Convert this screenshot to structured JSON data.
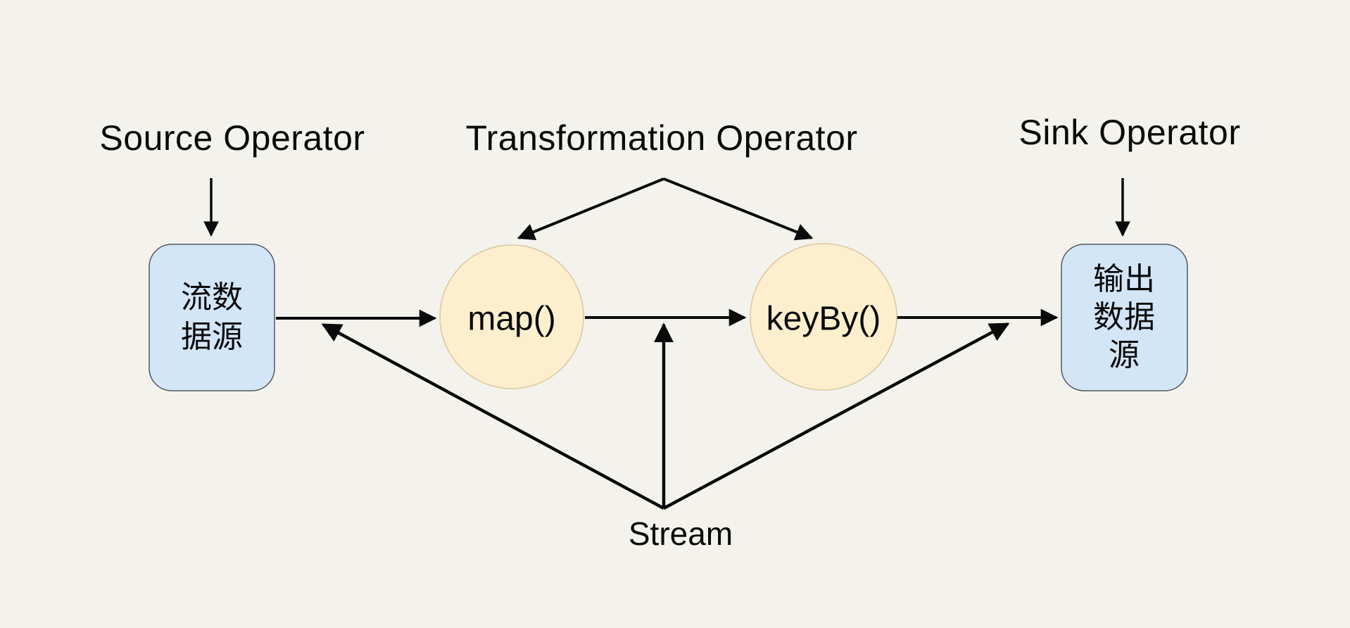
{
  "canvas": {
    "background": "#f3f2ed",
    "line_color": "#0a0a0a",
    "node_box_fill": "#d3e6f8",
    "node_circle_fill": "#fdefce"
  },
  "labels": {
    "source_operator": "Source Operator",
    "transformation_operator": "Transformation Operator",
    "sink_operator": "Sink Operator",
    "stream": "Stream"
  },
  "nodes": {
    "source": {
      "fill": "#d3e6f8",
      "lines": [
        "流数",
        "据源"
      ]
    },
    "map": {
      "fill": "#fdefce",
      "label": "map()"
    },
    "keyby": {
      "fill": "#fdefce",
      "label": "keyBy()"
    },
    "sink": {
      "fill": "#d3e6f8",
      "lines": [
        "输出",
        "数据",
        "源"
      ]
    }
  }
}
